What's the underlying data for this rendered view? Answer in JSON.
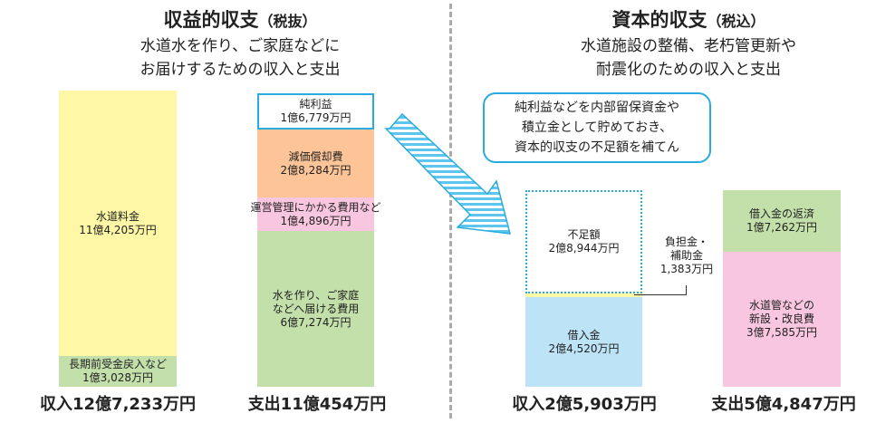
{
  "left": {
    "title": "収益的収支",
    "title_note": "（税抜）",
    "subtitle": [
      "水道水を作り、ご家庭などに",
      "お届けするための収入と支出"
    ],
    "income": {
      "segments": [
        {
          "label": "水道料金",
          "value": "11億4,205万円",
          "color": "#fdf7a6"
        },
        {
          "label": "長期前受金戻入など",
          "value": "1億3,028万円",
          "color": "#c3e0ab"
        }
      ],
      "total": "収入12億7,233万円"
    },
    "expense": {
      "segments": [
        {
          "label": "純利益",
          "value": "1億6,779万円",
          "color": "#ffffff"
        },
        {
          "label": "減価償却費",
          "value": "2億8,284万円",
          "color": "#fdc597"
        },
        {
          "label": "運営管理にかかる費用など",
          "value": "1億4,896万円",
          "color": "#f9c6df"
        },
        {
          "label": "水を作り、ご家庭など へ届ける費用",
          "label_lines": [
            "水を作り、ご家庭",
            "などへ届ける費用"
          ],
          "value": "6億7,274万円",
          "color": "#c3e0ab"
        }
      ],
      "total": "支出11億454万円"
    }
  },
  "right": {
    "title": "資本的収支",
    "title_note": "（税込）",
    "subtitle": [
      "水道施設の整備、老朽管更新や",
      "耐震化のための収入と支出"
    ],
    "callout": [
      "純利益などを内部留保資金や",
      "積立金として貯めておき、",
      "資本的収支の不足額を補てん"
    ],
    "income": {
      "segments": [
        {
          "label": "不足額",
          "value": "2億8,944万円",
          "color": "#ffffff"
        },
        {
          "label": "負担金・",
          "label2": "補助金",
          "value": "1,383万円",
          "color": "#fdf7a6"
        },
        {
          "label": "借入金",
          "value": "2億4,520万円",
          "color": "#bde3f7"
        }
      ],
      "total": "収入2億5,903万円"
    },
    "expense": {
      "segments": [
        {
          "label": "借入金の返済",
          "value": "1億7,262万円",
          "color": "#c3e0ab"
        },
        {
          "label_lines": [
            "水道管などの",
            "新設・改良費"
          ],
          "value": "3億7,585万円",
          "color": "#f9c6df"
        }
      ],
      "total": "支出5億4,847万円"
    }
  },
  "colors": {
    "accent": "#29abe2",
    "divider": "#aaaaaa"
  }
}
